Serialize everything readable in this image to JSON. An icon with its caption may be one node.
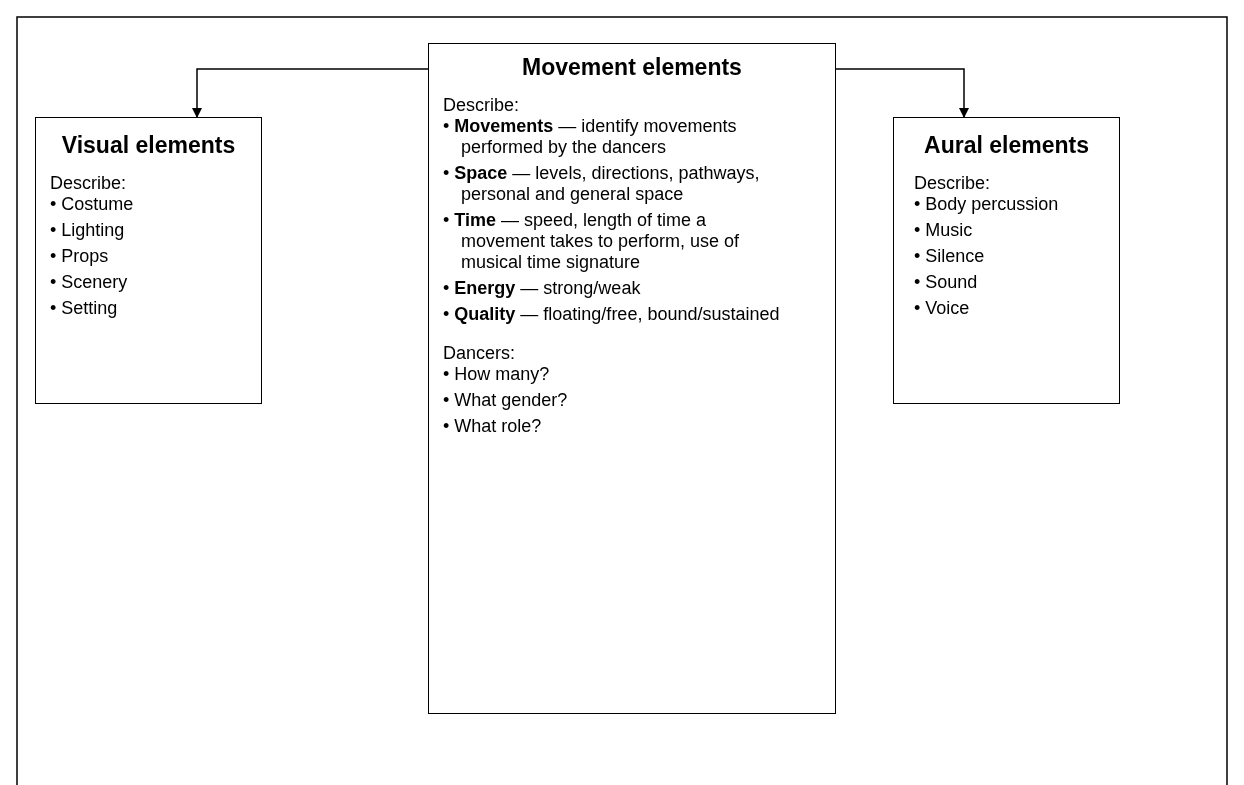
{
  "diagram": {
    "nodes": [
      {
        "text": [
          "Visual elements",
          "Describe:",
          "• Costume",
          "• Lighting",
          "• Props",
          "• Scenery",
          "• Setting"
        ]
      },
      {
        "text": [
          "Movement elements",
          "Describe:",
          "• **Movements** — identify movements performed by the dancers",
          "• **Space** — levels, directions, pathways, personal and general space",
          "• **Time** — speed, length of time a movement takes to perform, use of musical time signature",
          "• **Energy** — strong/weak",
          "• **Quality** — floating/free, bound/sustained",
          "Dancers:",
          "• How many?",
          "• What gender?",
          "• What role?"
        ]
      },
      {
        "text": [
          "Aural elements",
          "Describe:",
          "• Body percussion",
          "• Music",
          "• Silence",
          "• Sound",
          "• Voice"
        ]
      }
    ],
    "edges": [
      {
        "from": 1,
        "to": 0,
        "arrow": "to"
      },
      {
        "from": 1,
        "to": 2,
        "arrow": "to"
      }
    ]
  }
}
